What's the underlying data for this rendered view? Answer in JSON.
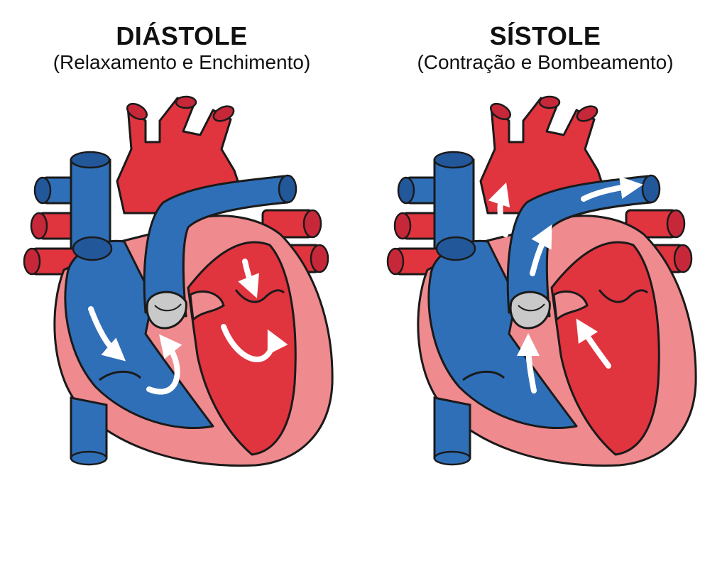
{
  "diastole": {
    "title": "DIÁSTOLE",
    "subtitle": "(Relaxamento e Enchimento)"
  },
  "systole": {
    "title": "SÍSTOLE",
    "subtitle": "(Contração e Bombeamento)"
  },
  "colors": {
    "oxygenated": "#e0343f",
    "deoxygenated": "#2f6fb8",
    "myocardium": "#ef8a8e",
    "valve": "#c9c9c9",
    "outline": "#1a1a1a",
    "flow_arrow": "#ffffff"
  }
}
